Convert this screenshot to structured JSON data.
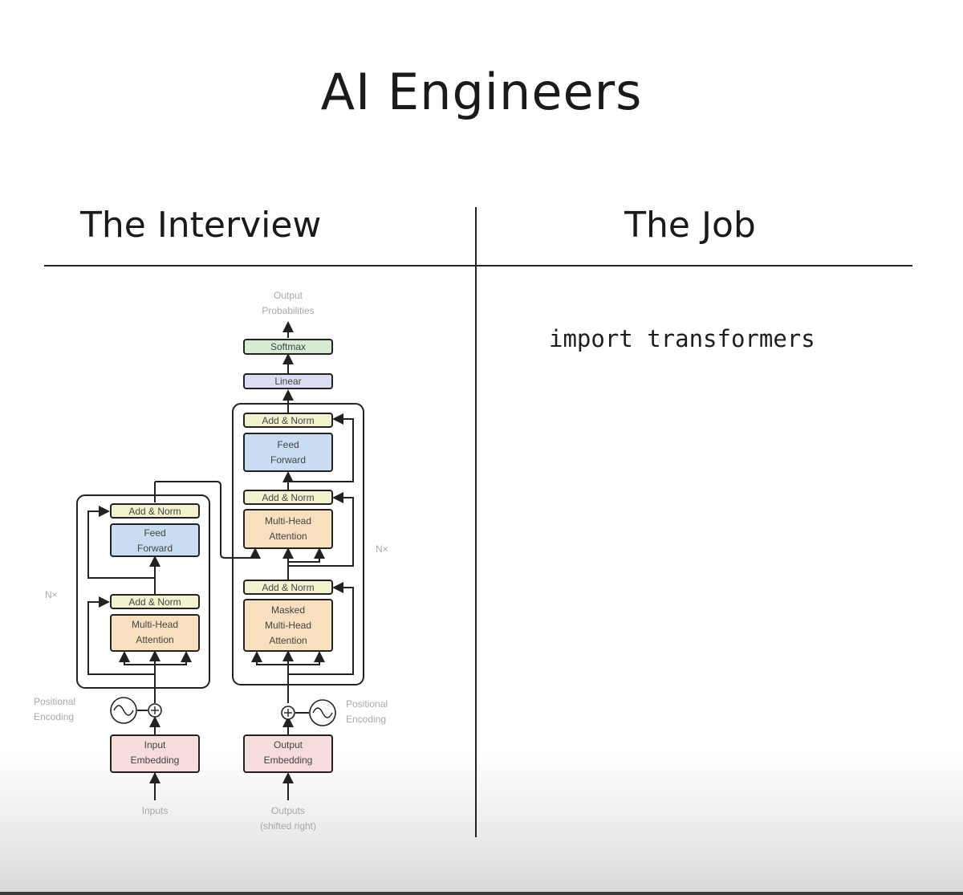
{
  "title": "AI Engineers",
  "left_heading": "The Interview",
  "right_heading": "The Job",
  "code_line": "import transformers",
  "diagram": {
    "output_probabilities": [
      "Output",
      "Probabilities"
    ],
    "softmax": "Softmax",
    "linear": "Linear",
    "add_norm": "Add & Norm",
    "feed_forward": [
      "Feed",
      "Forward"
    ],
    "multi_head_attention": [
      "Multi-Head",
      "Attention"
    ],
    "masked_multi_head_attention": [
      "Masked",
      "Multi-Head",
      "Attention"
    ],
    "nx": "N×",
    "positional_encoding": [
      "Positional",
      "Encoding"
    ],
    "input_embedding": [
      "Input",
      "Embedding"
    ],
    "output_embedding": [
      "Output",
      "Embedding"
    ],
    "inputs": "Inputs",
    "outputs": [
      "Outputs",
      "(shifted right)"
    ]
  },
  "colors": {
    "add_norm_fill": "#f3f3cf",
    "feed_forward_fill": "#c8dcf2",
    "attention_fill": "#f8dfbd",
    "embedding_fill": "#f6dcdc",
    "softmax_fill": "#d9ead3",
    "linear_fill": "#dcdcf2",
    "caption_gray": "#a8a8a8"
  }
}
